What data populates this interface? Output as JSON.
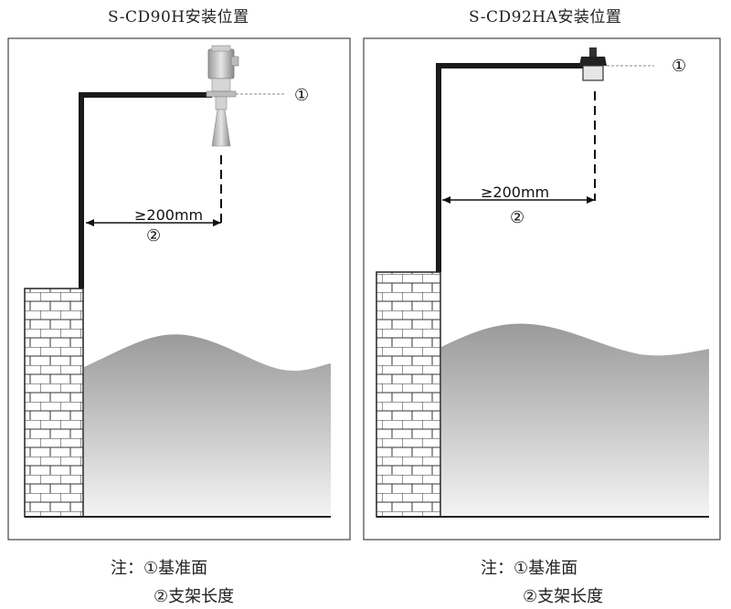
{
  "panels": [
    {
      "title": "S-CD90H安装位置",
      "reference_marker": "①",
      "distance_label": "≥200mm",
      "distance_marker": "②"
    },
    {
      "title": "S-CD92HA安装位置",
      "reference_marker": "①",
      "distance_label": "≥200mm",
      "distance_marker": "②"
    }
  ],
  "notes": {
    "prefix": "注：",
    "item1": "①基准面",
    "item2": "②支架长度"
  },
  "colors": {
    "bracket": "#1a1a1a",
    "wall_line": "#222222",
    "liquid_top": "#9a9a9a",
    "liquid_bottom": "#f2f2f2"
  }
}
